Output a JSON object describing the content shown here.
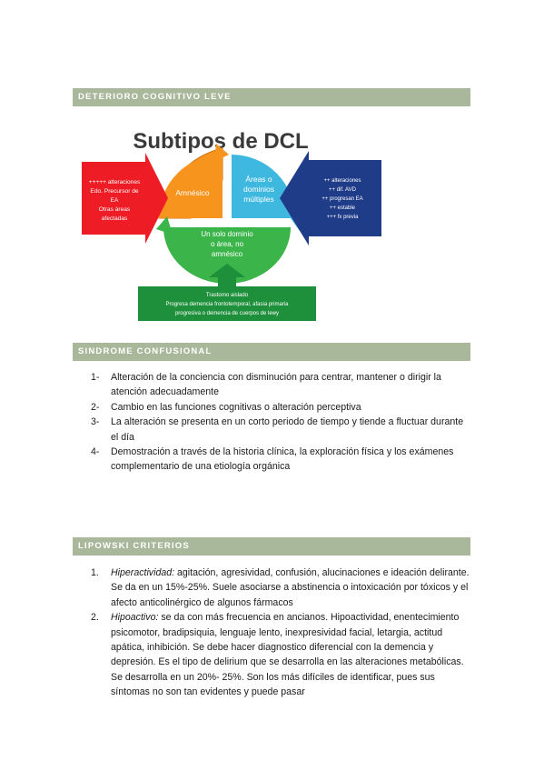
{
  "sections": {
    "dcl": {
      "title": "DETERIORO COGNITIVO LEVE"
    },
    "sc": {
      "title": "SINDROME CONFUSIONAL"
    },
    "lip": {
      "title": "LIPOWSKI CRITERIOS"
    }
  },
  "diagram": {
    "title": "Subtipos de DCL",
    "amnesic": "Amnésico",
    "multi": [
      "Áreas o",
      "dominios",
      "múltiples"
    ],
    "single": [
      "Un solo dominio",
      "o área, no",
      "amnésico"
    ],
    "left_box": [
      "+++++ alteraciones",
      "Edo. Precursor de",
      "EA",
      "Otras áreas",
      "afectadas"
    ],
    "right_box": [
      "++ alteraciones",
      "++ dif. AVD",
      "++ progresan EA",
      "++ estable",
      "+++ fx previa"
    ],
    "bottom_box": [
      "Trastorno aislado",
      "Progresa demencia frontotemporal, afasia primaria",
      "progresiva o demencia de cuerpos de lewy"
    ],
    "colors": {
      "orange": "#f7941d",
      "cyan": "#3fb8e0",
      "green": "#3bb54a",
      "red": "#ee1c24",
      "navy": "#1f3c88",
      "dark_green": "#1e8f3a"
    }
  },
  "sindrome": [
    {
      "num": "1-",
      "text": "Alteración de la conciencia con disminución para centrar, mantener o dirigir la atención adecuadamente"
    },
    {
      "num": "2-",
      "text": "Cambio en las funciones cognitivas o alteración perceptiva"
    },
    {
      "num": "3-",
      "text": "La alteración se presenta en un corto periodo de tiempo y tiende a fluctuar durante el día"
    },
    {
      "num": "4-",
      "text": "Demostración a través de la historia clínica, la exploración física y los exámenes complementario de una etiología orgánica"
    }
  ],
  "lipowski": [
    {
      "num": "1.",
      "term": "Hiperactividad:",
      "text": " agitación, agresividad, confusión, alucinaciones e ideación delirante. Se da en un 15%-25%. Suele asociarse a abstinencia o intoxicación por tóxicos y el afecto anticolinérgico de algunos fármacos"
    },
    {
      "num": "2.",
      "term": "Hipoactivo:",
      "text": " se da con más frecuencia en ancianos. Hipoactividad, enentecimiento psicomotor, bradipsiquia, lenguaje lento, inexpresividad facial, letargia, actitud apática, inhibición. Se debe hacer diagnostico diferencial con la demencia y depresión. Es el tipo de delirium que se desarrolla en las alteraciones metabólicas. Se desarrolla en un 20%- 25%. Son los más difíciles de identificar, pues sus síntomas no son tan evidentes y puede pasar"
    }
  ]
}
